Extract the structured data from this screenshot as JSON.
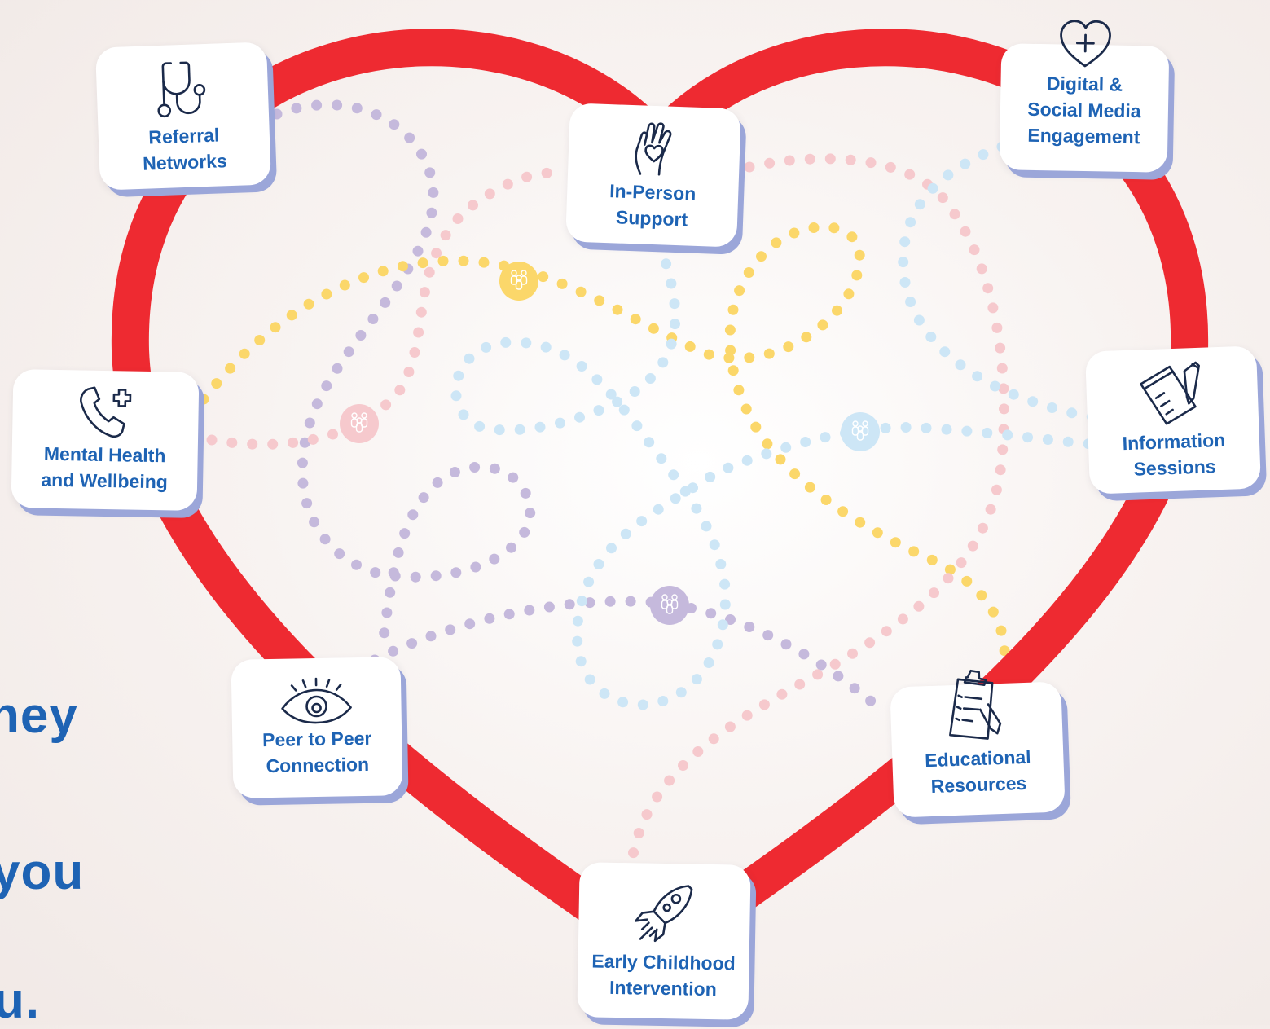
{
  "colors": {
    "heart": "#ee2a31",
    "label": "#1e63b4",
    "card_shadow": "#9ba6d9",
    "path_yellow": "#fbd76a",
    "path_purple": "#c5b9dc",
    "path_pink": "#f6c9cd",
    "path_blue": "#cde6f6"
  },
  "cards": [
    {
      "id": "referral-networks",
      "icon": "stethoscope-icon",
      "label": "Referral\nNetworks"
    },
    {
      "id": "in-person-support",
      "icon": "heart-hand-icon",
      "label": "In-Person\nSupport"
    },
    {
      "id": "digital-social-media",
      "icon": "heart-plus-icon",
      "label": "Digital &\nSocial Media\nEngagement"
    },
    {
      "id": "mental-health",
      "icon": "phone-medical-icon",
      "label": "Mental Health\nand Wellbeing"
    },
    {
      "id": "information-sessions",
      "icon": "notepad-pencil-icon",
      "label": "Information\nSessions"
    },
    {
      "id": "peer-to-peer",
      "icon": "eye-icon",
      "label": "Peer to Peer\nConnection"
    },
    {
      "id": "educational-resources",
      "icon": "clipboard-icon",
      "label": "Educational\nResources"
    },
    {
      "id": "early-childhood",
      "icon": "rocket-icon",
      "label": "Early Childhood\nIntervention"
    }
  ],
  "side_text": {
    "line1": "ney",
    "line2": "you",
    "line3": "u."
  },
  "family_nodes": [
    "family-icon",
    "family-icon",
    "family-icon",
    "family-icon"
  ]
}
